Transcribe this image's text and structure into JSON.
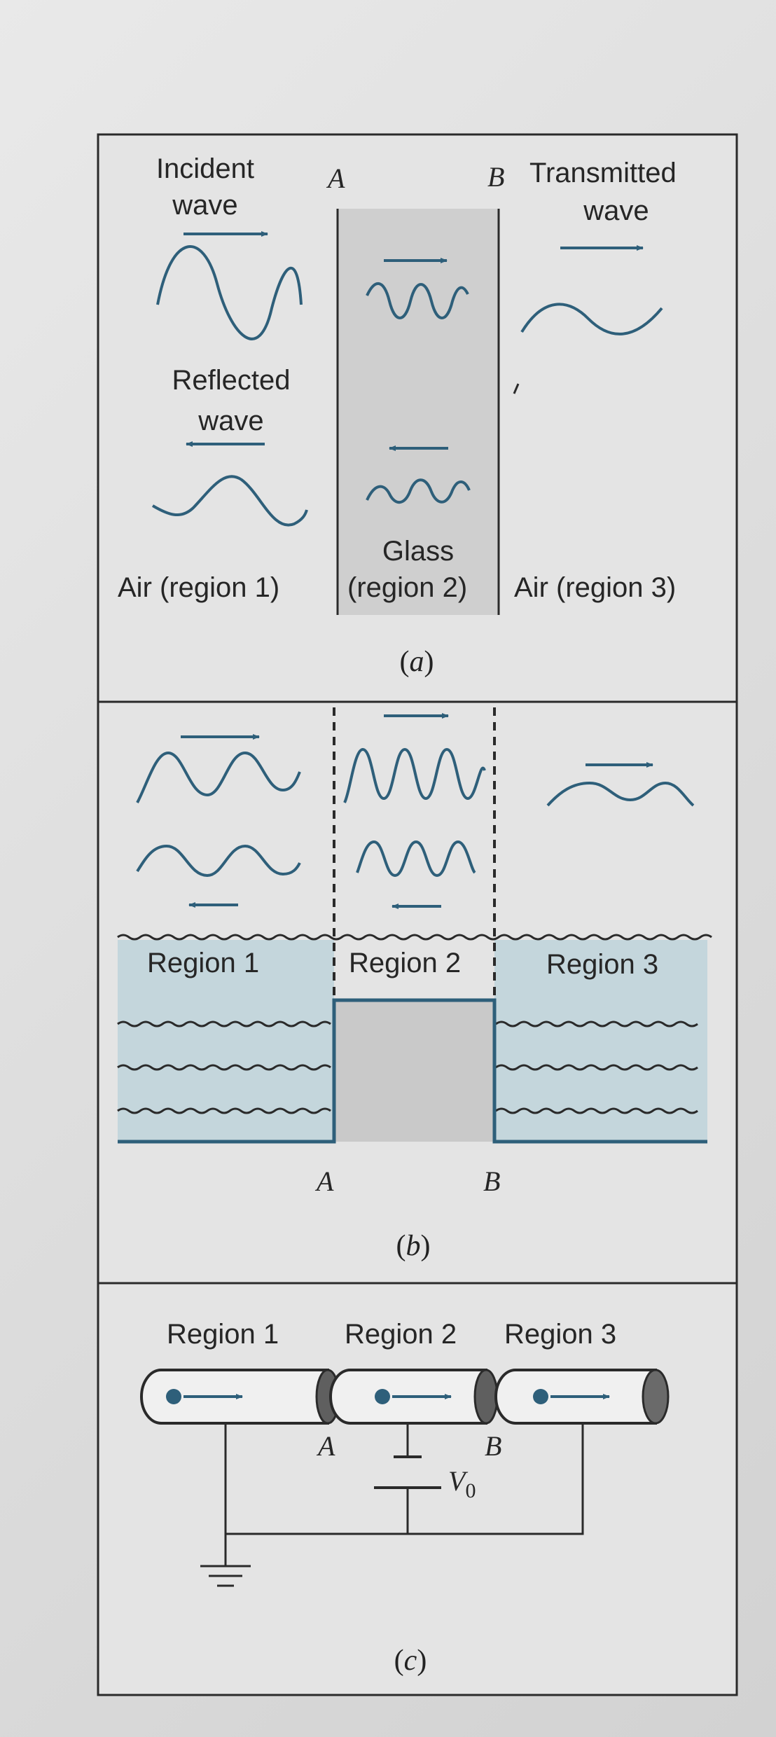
{
  "colors": {
    "wave": "#2e5f7a",
    "glass": "#cfcfcf",
    "water": "#c4d6dc",
    "panel": "#e2e2e2",
    "line": "#2a2a2a"
  },
  "panel_a": {
    "incident": [
      "Incident",
      "wave"
    ],
    "reflected": [
      "Reflected",
      "wave"
    ],
    "transmitted": [
      "Transmitted",
      "wave"
    ],
    "label_A": "A",
    "label_B": "B",
    "glass": "Glass",
    "region1": "Air (region 1)",
    "region2": "(region 2)",
    "region3": "Air (region 3)",
    "caption": "a"
  },
  "panel_b": {
    "region1": "Region 1",
    "region2": "Region 2",
    "region3": "Region 3",
    "label_A": "A",
    "label_B": "B",
    "caption": "b"
  },
  "panel_c": {
    "region1": "Region 1",
    "region2": "Region 2",
    "region3": "Region 3",
    "label_A": "A",
    "label_B": "B",
    "voltage": "V",
    "voltage_sub": "0",
    "caption": "c"
  }
}
